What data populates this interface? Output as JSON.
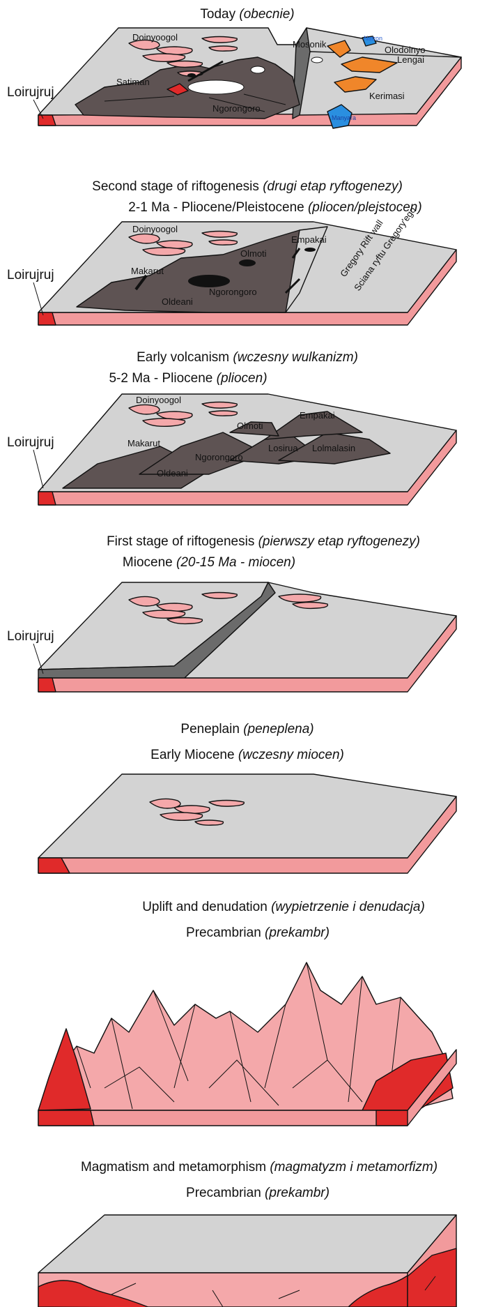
{
  "panels": [
    {
      "id": "today",
      "title_main": "Today ",
      "title_italic": "(obecnie)",
      "subtitle_main": "",
      "subtitle_italic": "",
      "side_label": "Loirujruj",
      "labels": {
        "doinyoogol": "Doinyoogol",
        "satiman": "Satiman",
        "ngorongoro": "Ngorongoro",
        "mosonik": "Mosonik",
        "natron": "Natron",
        "olodoinyo": "Olodoinyo",
        "lengai": "Lengai",
        "kerimasi": "Kerimasi",
        "manyara": "Manyara"
      }
    },
    {
      "id": "second-stage",
      "title_main": "Second stage of riftogenesis ",
      "title_italic": "(drugi etap ryftogenezy)",
      "subtitle_main": "2-1 Ma - Pliocene/Pleistocene ",
      "subtitle_italic": "(pliocen/plejstocen)",
      "side_label": "Loirujruj",
      "labels": {
        "doinyoogol": "Doinyoogol",
        "empakai": "Empakai",
        "olmoti": "Olmoti",
        "makarut": "Makarut",
        "oldeani": "Oldeani",
        "ngorongoro": "Ngorongoro",
        "rift_wall_en": "Gregory Rift wall",
        "rift_wall_pl": "Sciana ryftu Gregory'ego"
      }
    },
    {
      "id": "early-volcanism",
      "title_main": "Early volcanism ",
      "title_italic": "(wczesny wulkanizm)",
      "subtitle_main": "5-2 Ma - Pliocene ",
      "subtitle_italic": "(pliocen)",
      "side_label": "Loirujruj",
      "labels": {
        "doinyoogol": "Doinyoogol",
        "olmoti": "Olmoti",
        "empakai": "Empakai",
        "makarut": "Makarut",
        "ngorongoro": "Ngorongoro",
        "losirua": "Losirua",
        "lolmalasin": "Lolmalasin",
        "oldeani": "Oldeani"
      }
    },
    {
      "id": "first-stage",
      "title_main": "First stage of riftogenesis ",
      "title_italic": "(pierwszy etap ryftogenezy)",
      "subtitle_main": "Miocene ",
      "subtitle_italic": "(20-15 Ma - miocen)",
      "side_label": "Loirujruj",
      "labels": {}
    },
    {
      "id": "peneplain",
      "title_main": "Peneplain ",
      "title_italic": "(peneplena)",
      "subtitle_main": "Early Miocene ",
      "subtitle_italic": "(wczesny miocen)",
      "side_label": "",
      "labels": {}
    },
    {
      "id": "uplift",
      "title_main": "Uplift and denudation ",
      "title_italic": "(wypietrzenie i denudacja)",
      "subtitle_main": "Precambrian ",
      "subtitle_italic": "(prekambr)",
      "side_label": "",
      "labels": {}
    },
    {
      "id": "magmatism",
      "title_main": "Magmatism and metamorphism ",
      "title_italic": "(magmatyzm i metamorfizm)",
      "subtitle_main": "Precambrian ",
      "subtitle_italic": "(prekambr)",
      "side_label": "",
      "labels": {}
    }
  ],
  "colors": {
    "surface": "#d3d3d3",
    "side_pink": "#f29a9c",
    "granite_pink": "#f4a8aa",
    "red": "#e02a2a",
    "volcano": "#5e5353",
    "rift_dark": "#6b6b6b",
    "orange": "#f0862a",
    "blue": "#2a8fe0"
  }
}
